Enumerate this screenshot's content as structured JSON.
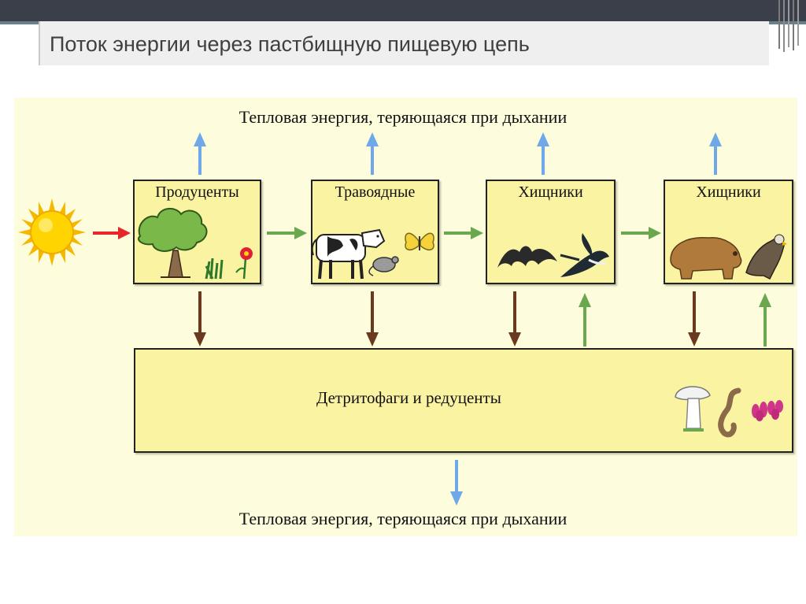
{
  "title": "Поток энергии через пастбищную пищевую цепь",
  "heat_top": "Тепловая энергия, теряющаяся при дыхании",
  "heat_bottom": "Тепловая энергия, теряющаяся при дыхании",
  "boxes": {
    "producers": "Продуценты",
    "herbivores": "Травоядные",
    "predators1": "Хищники",
    "predators2": "Хищники",
    "detritus": "Детритофаги и редуценты"
  },
  "icons": {
    "sun": "sun-icon",
    "tree": "tree-icon",
    "grass": "grass-icon",
    "flower": "flower-icon",
    "cow": "cow-icon",
    "mouse": "mouse-icon",
    "butterfly": "butterfly-icon",
    "bat": "bat-icon",
    "swallow": "swallow-icon",
    "bear": "bear-icon",
    "eagle": "eagle-icon",
    "mushroom": "mushroom-icon",
    "worm": "worm-icon",
    "microbes": "microbes-icon"
  },
  "colors": {
    "heat_arrow": "#6fa8e8",
    "flow_arrow": "#6aa84f",
    "sun_arrow": "#e8262a",
    "decay_arrow": "#6b3a1e",
    "box_fill": "#faf3a2",
    "panel_fill": "#fdfcdc"
  }
}
